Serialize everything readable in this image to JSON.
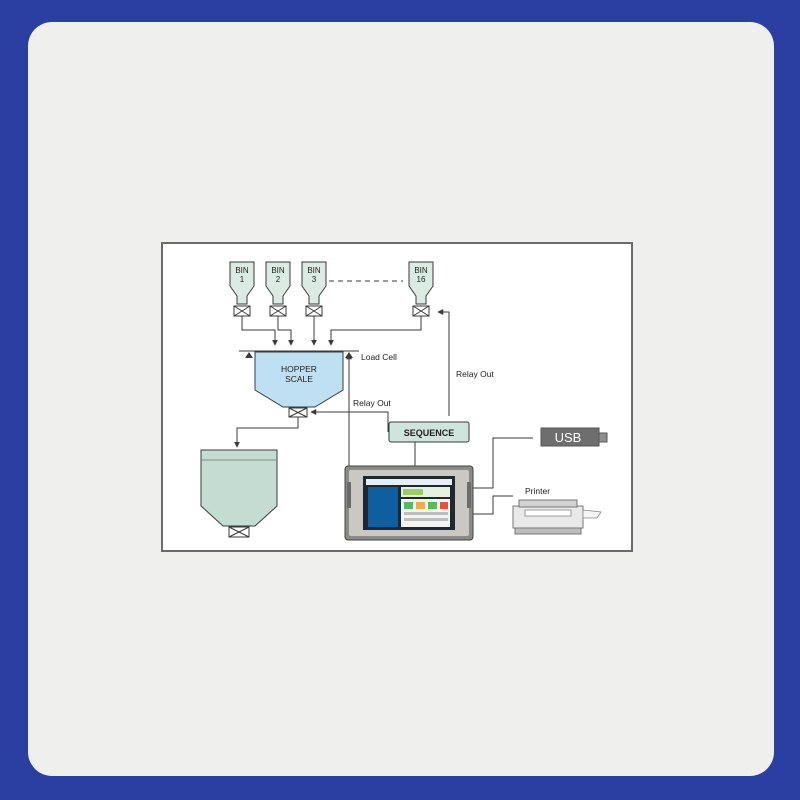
{
  "bins": [
    {
      "line1": "BIN",
      "line2": "1"
    },
    {
      "line1": "BIN",
      "line2": "2"
    },
    {
      "line1": "BIN",
      "line2": "3"
    },
    {
      "line1": "BIN",
      "line2": "16"
    }
  ],
  "hopper": {
    "line1": "HOPPER",
    "line2": "SCALE"
  },
  "load_cell": "Load Cell",
  "relay_out_top": "Relay Out",
  "relay_out_mid": "Relay Out",
  "sequence": "SEQUENCE",
  "usb": "USB",
  "printer": "Printer",
  "colors": {
    "frame": "#2b3ea1",
    "card": "#efefee",
    "bin_fill": "#d9ebe3",
    "hopper_fill": "#bfe0f2",
    "silo_fill": "#c5dcd2",
    "sequence_fill": "#cfe4dc",
    "line": "#3a3a3a"
  }
}
